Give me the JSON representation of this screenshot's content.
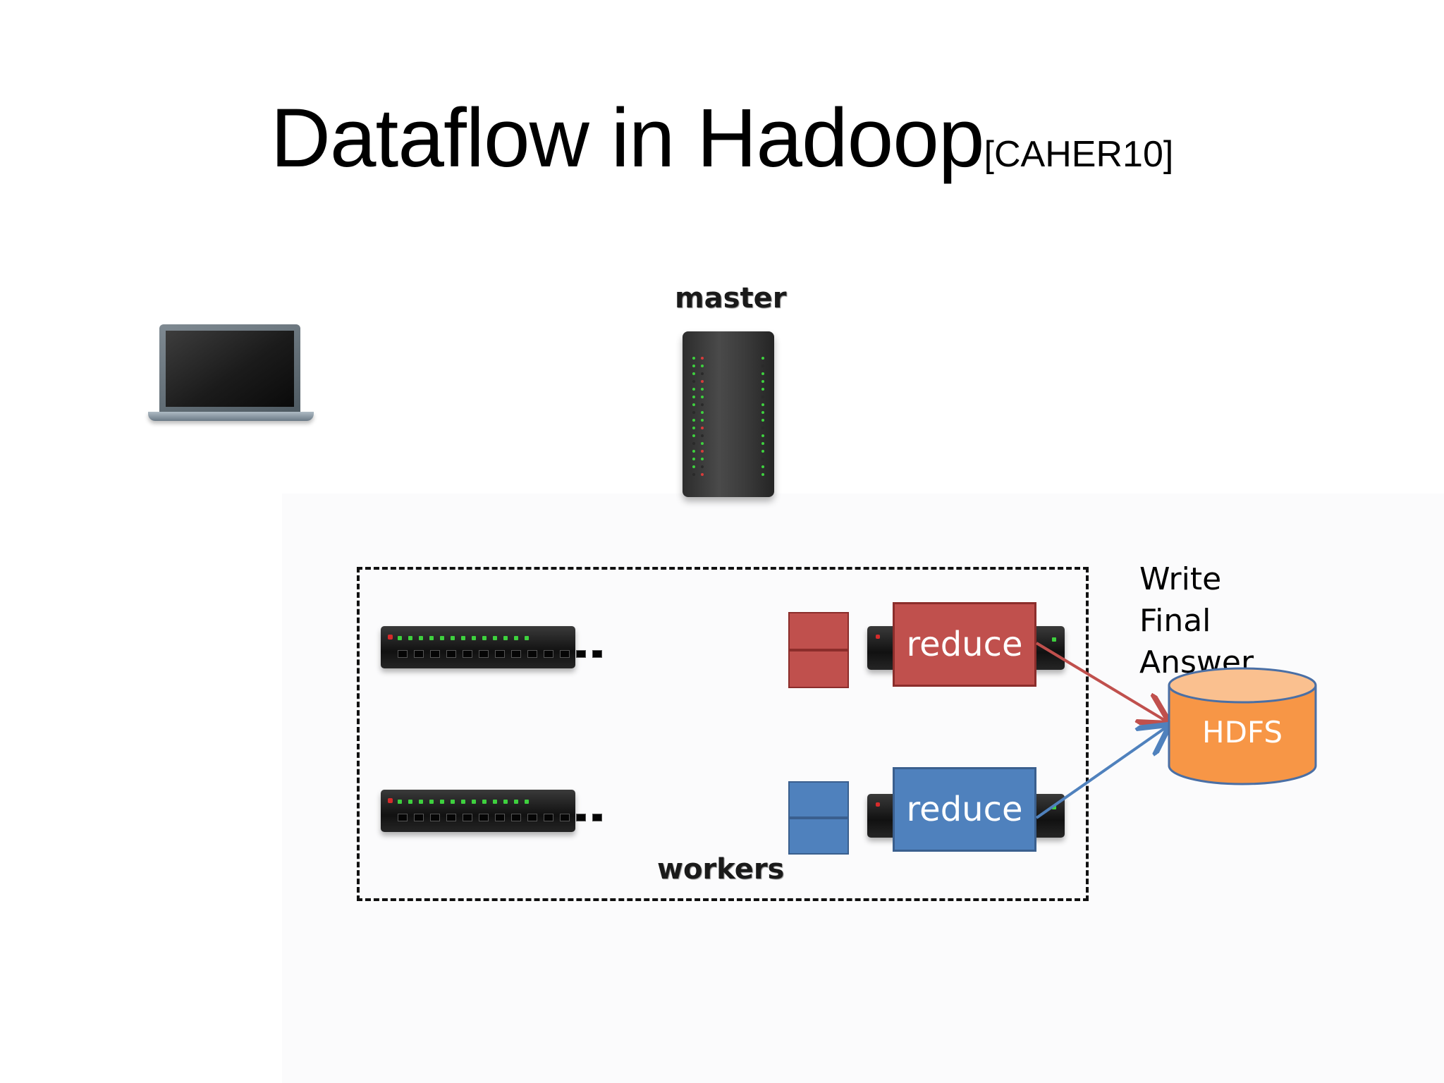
{
  "title": {
    "main": "Dataflow in Hadoop",
    "cite": "[CAHER10]"
  },
  "labels": {
    "master": "master",
    "workers": "workers"
  },
  "reduce_tasks": [
    {
      "label": "reduce",
      "color": "#c0504d"
    },
    {
      "label": "reduce",
      "color": "#4f81bd"
    }
  ],
  "write_label": {
    "line1": "Write",
    "line2": "Final",
    "line3": "Answer"
  },
  "storage": {
    "label": "HDFS",
    "color": "#f79646"
  },
  "icons": [
    "laptop-icon",
    "master-server-icon",
    "worker-switch-icon"
  ]
}
